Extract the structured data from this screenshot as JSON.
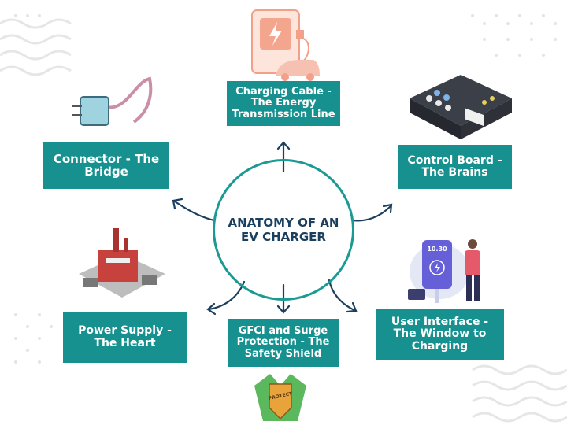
{
  "title": "ANATOMY OF AN\nEV CHARGER",
  "components": [
    {
      "id": "charging-cable",
      "label": "Charging Cable -\nThe Energy\nTransmission Line"
    },
    {
      "id": "connector",
      "label": "Connector - The\nBridge"
    },
    {
      "id": "control-board",
      "label": "Control Board -\nThe Brains"
    },
    {
      "id": "power-supply",
      "label": "Power Supply -\nThe Heart"
    },
    {
      "id": "gfci",
      "label": "GFCI and Surge\nProtection - The\nSafety Shield"
    },
    {
      "id": "user-interface",
      "label": "User Interface -\nThe Window to\nCharging"
    }
  ],
  "illustrations": {
    "phone_time": "10.30",
    "badge_text": "PROTECT"
  },
  "colors": {
    "teal": "#16918f",
    "navy": "#1b3f5e",
    "circle": "#1a9a93"
  }
}
